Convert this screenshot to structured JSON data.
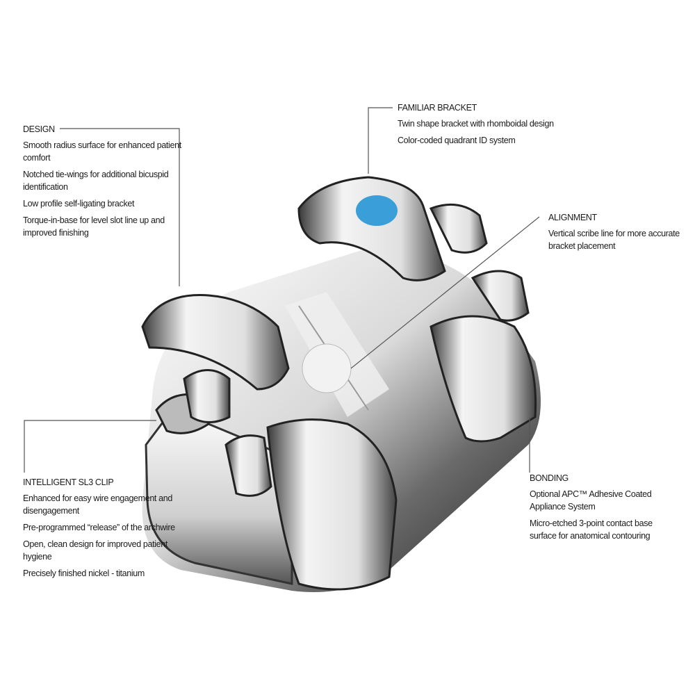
{
  "callouts": {
    "design": {
      "title": "DESIGN",
      "items": [
        "Smooth radius surface for enhanced patient comfort",
        "Notched tie-wings for additional bicuspid identification",
        "Low profile self-ligating bracket",
        "Torque-in-base for level slot line up and improved finishing"
      ]
    },
    "familiar_bracket": {
      "title": "FAMILIAR BRACKET",
      "items": [
        "Twin shape bracket with rhomboidal design",
        "Color-coded quadrant ID system"
      ]
    },
    "alignment": {
      "title": "ALIGNMENT",
      "items": [
        "Vertical scribe line for more accurate bracket placement"
      ]
    },
    "intelligent_clip": {
      "title": "INTELLIGENT SL3 CLIP",
      "items": [
        "Enhanced for easy wire engagement and disengagement",
        "Pre-programmed “release” of the archwire",
        "Open, clean design for improved patient hygiene",
        "Precisely finished nickel - titanium"
      ]
    },
    "bonding": {
      "title": "BONDING",
      "items": [
        "Optional APC™ Adhesive Coated Appliance System",
        "Micro-etched 3-point contact base surface for anatomical contouring"
      ]
    }
  },
  "colors": {
    "leader_line": "#555555",
    "id_dot": "#3a9fd8",
    "metal": "#c8c8c8"
  }
}
